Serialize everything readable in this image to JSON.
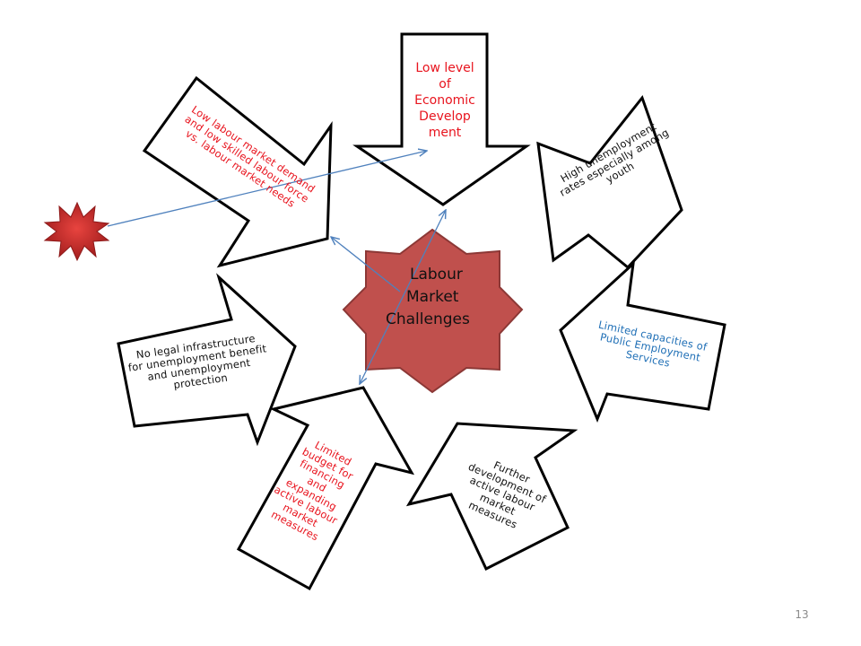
{
  "diagram": {
    "center": {
      "lines": [
        "Labour",
        "Market",
        "Challenges"
      ],
      "color": "#c0504d"
    },
    "arrows": [
      {
        "id": "economic",
        "lines": [
          "Low level",
          "of",
          "Economic",
          "Develop",
          "ment"
        ]
      },
      {
        "id": "unemployment",
        "lines": [
          "High unemployment",
          "rates especially among",
          "youth"
        ]
      },
      {
        "id": "pes",
        "lines": [
          "Limited capacities of",
          "Public Employment",
          "Services"
        ]
      },
      {
        "id": "almm",
        "lines": [
          "Further",
          "development of",
          "active labour",
          "market",
          "measures"
        ]
      },
      {
        "id": "budget",
        "lines": [
          "Limited",
          "budget for",
          "financing",
          "and",
          "expanding",
          "active labour",
          "market",
          "measures"
        ]
      },
      {
        "id": "legal",
        "lines": [
          "No legal infrastructure",
          "for unemployment benefit",
          "and unemployment",
          "protection"
        ]
      },
      {
        "id": "demand",
        "lines": [
          "Low labour market demand",
          "and low skilled labour force",
          "vs. labour market needs"
        ]
      }
    ],
    "colors": {
      "red_text": "#e8141e",
      "blue_text": "#1f6fb6",
      "connector": "#4f81bd",
      "burst": "#c0292b"
    }
  },
  "page_number": "13"
}
